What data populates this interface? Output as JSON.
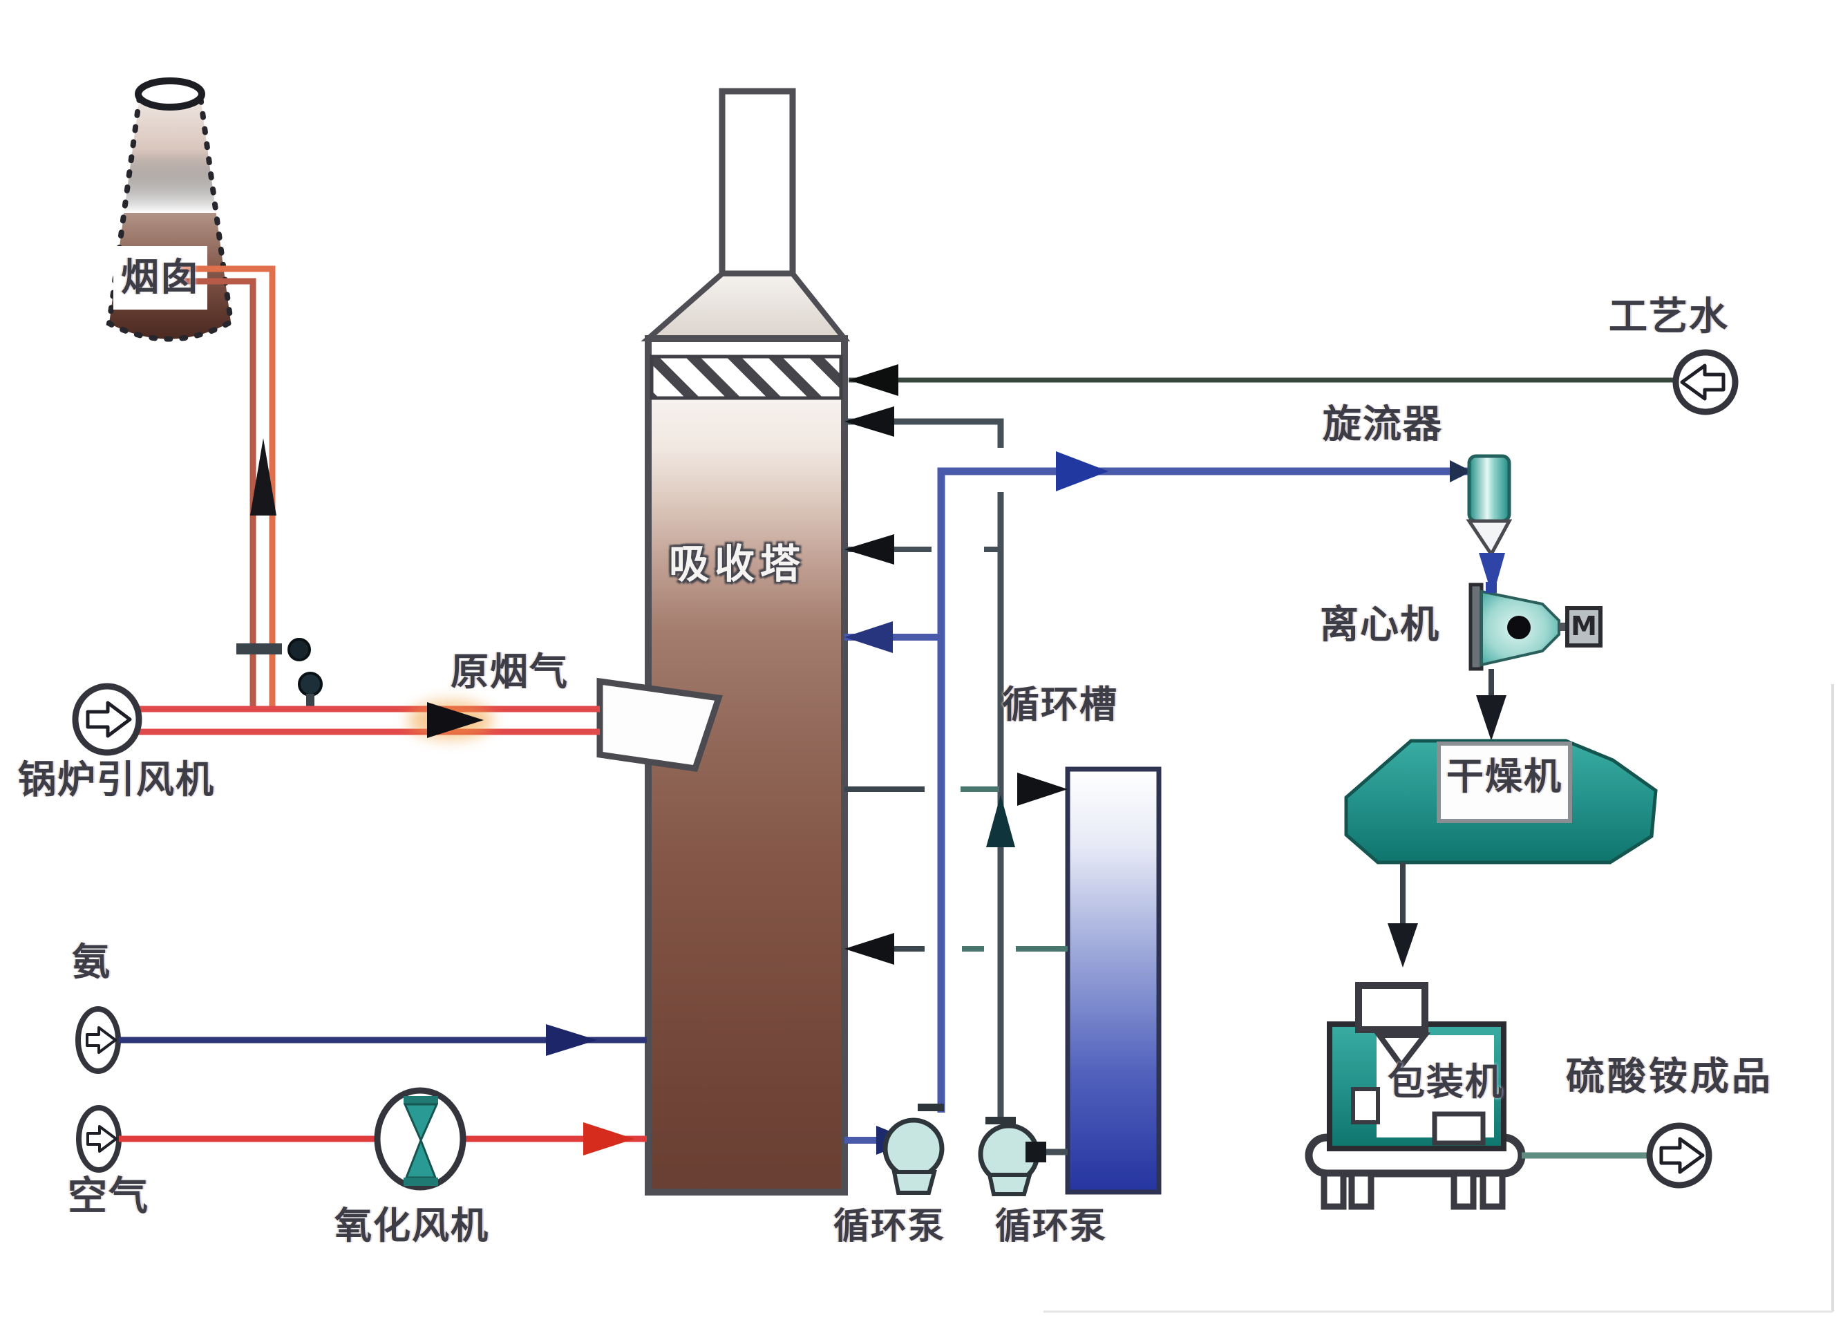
{
  "diagram": {
    "type": "process-flow-diagram",
    "subject": "ammonia-based flue gas desulfurization with ammonium sulfate production"
  },
  "labels": {
    "chimney": "烟囱",
    "boiler_fan": "锅炉引风机",
    "raw_flue_gas": "原烟气",
    "absorber": "吸收塔",
    "process_water": "工艺水",
    "cyclone": "旋流器",
    "centrifuge": "离心机",
    "dryer": "干燥机",
    "circulation_tank": "循环槽",
    "circulation_pump_left": "循环泵",
    "circulation_pump_right": "循环泵",
    "packing_machine": "包装机",
    "product": "硫酸铵成品",
    "ammonia": "氨",
    "air": "空气",
    "oxidation_fan": "氧化风机",
    "motor": "M"
  },
  "colors": {
    "flue_gas_pipe": "#e14a4a",
    "bypass_pipe_outer": "#e0704c",
    "bypass_pipe_inner": "#b85a48",
    "ammonia_pipe": "#2c3678",
    "slurry_pipe": "#4a5aaa",
    "circulation_pipe": "#454f58",
    "process_water_pipe": "#37473d",
    "product_pipe": "#5f8d82",
    "equipment_teal": "#2a9a94",
    "pump_body_cyan": "#c7e6e1",
    "tank_blue": "#2534a0",
    "tower_brown": "#6a4034",
    "arrow_black": "#141416"
  }
}
